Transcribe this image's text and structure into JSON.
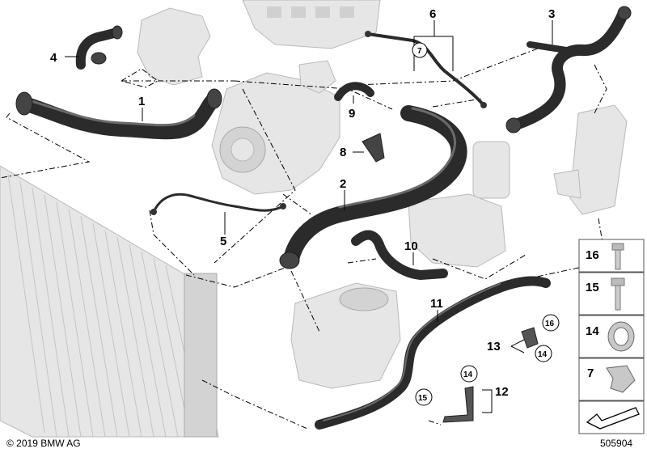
{
  "callouts": [
    {
      "label": "1"
    },
    {
      "label": "2"
    },
    {
      "label": "3"
    },
    {
      "label": "4"
    },
    {
      "label": "5"
    },
    {
      "label": "6"
    },
    {
      "label": "7"
    },
    {
      "label": "8"
    },
    {
      "label": "9"
    },
    {
      "label": "10"
    },
    {
      "label": "11"
    },
    {
      "label": "12"
    },
    {
      "label": "13"
    },
    {
      "label": "14"
    },
    {
      "label": "14"
    },
    {
      "label": "15"
    },
    {
      "label": "16"
    }
  ],
  "legend": [
    {
      "label": "16",
      "icon": "bolt-icon"
    },
    {
      "label": "15",
      "icon": "screw-icon"
    },
    {
      "label": "14",
      "icon": "clamp-ring-icon"
    },
    {
      "label": "7",
      "icon": "hose-clip-icon"
    }
  ],
  "copyright": "© 2019 BMW AG",
  "diagram_id": "505904",
  "colors": {
    "hose": "#2b2b2b",
    "ghost_part": "#e6e6e6",
    "line": "#000000"
  }
}
